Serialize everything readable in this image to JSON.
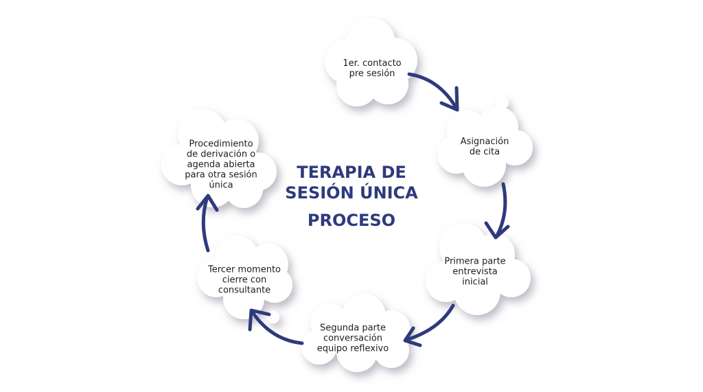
{
  "title": {
    "line1": "TERAPIA DE",
    "line2": "SESIÓN ÚNICA",
    "subtitle": "PROCESO"
  },
  "steps": [
    {
      "lines": [
        "1er. contacto",
        "pre sesión"
      ]
    },
    {
      "lines": [
        "Asignación",
        "de cita"
      ]
    },
    {
      "lines": [
        "Primera parte",
        "entrevista",
        "inicial"
      ]
    },
    {
      "lines": [
        "Segunda parte",
        "conversación",
        "equipo reflexivo"
      ]
    },
    {
      "lines": [
        "Tercer momento",
        "cierre con",
        "consultante"
      ]
    },
    {
      "lines": [
        "Procedimiento",
        "de derivación o",
        "agenda abierta",
        "para otra sesión",
        "única"
      ]
    }
  ],
  "colors": {
    "accent": "#2e3a7c",
    "shadow": "#8a8296"
  }
}
